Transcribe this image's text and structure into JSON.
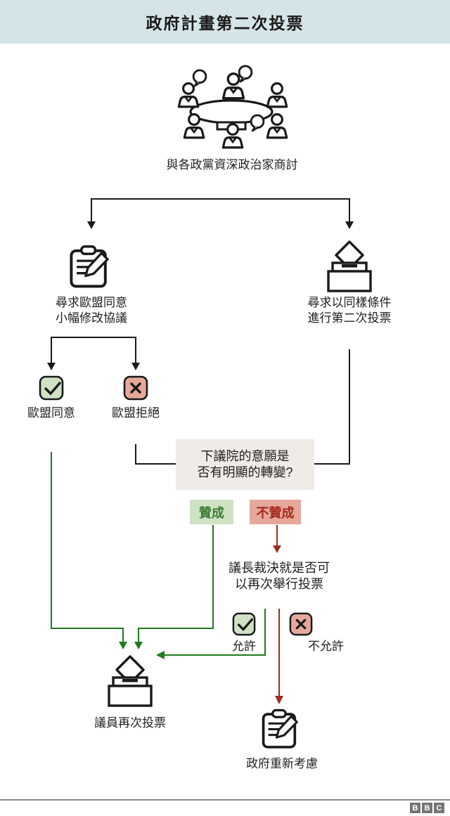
{
  "title": "政府計畫第二次投票",
  "flow": {
    "consult_label": "與各政黨資深政治家商討",
    "left_branch": {
      "line1": "尋求歐盟同意",
      "line2": "小幅修改協議"
    },
    "right_branch": {
      "line1": "尋求以同樣條件",
      "line2": "進行第二次投票"
    },
    "eu_agree_label": "歐盟同意",
    "eu_reject_label": "歐盟拒絕",
    "commons_question": {
      "line1": "下議院的意願是",
      "line2": "否有明顯的轉變?"
    },
    "yes_label": "贊成",
    "no_label": "不贊成",
    "speaker_ruling": {
      "line1": "議長裁決就是否可",
      "line2": "以再次舉行投票"
    },
    "allow_label": "允許",
    "disallow_label": "不允許",
    "vote_again_label": "議員再次投票",
    "reconsider_label": "政府重新考慮"
  },
  "icons": [
    "meeting-round-table-icon",
    "clipboard-pencil-icon",
    "ballot-box-icon",
    "check-square-icon",
    "cross-square-icon"
  ],
  "footer": {
    "logo": [
      "B",
      "B",
      "C"
    ]
  },
  "colors": {
    "banner_bg": "#d5e4e8",
    "panel_bg": "#efece7",
    "green_fill": "#cfe2c4",
    "green_text": "#3c7d35",
    "green_line": "#1f7a1f",
    "red_fill": "#e6a89b",
    "red_text": "#a32a1c",
    "red_line": "#9b2d20",
    "ink": "#1a1a1a",
    "bbc_gray": "#757575",
    "footer_line": "#8a8a8a"
  }
}
